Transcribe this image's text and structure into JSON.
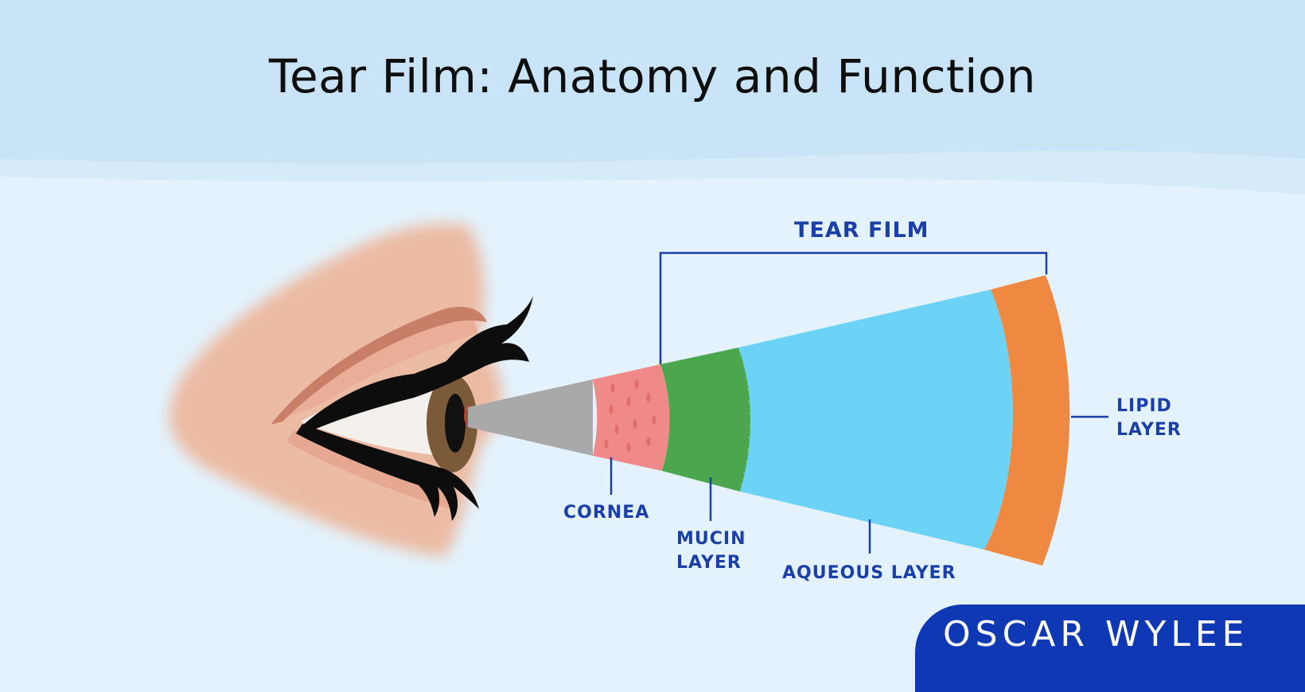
{
  "title": "Tear Film: Anatomy and Function",
  "labels": {
    "tear_film": "TEAR FILM",
    "cornea": "CORNEA",
    "mucin": [
      "MUCIN",
      "LAYER"
    ],
    "aqueous": "AQUEOUS LAYER",
    "lipid": [
      "LIPID",
      "LAYER"
    ]
  },
  "brand": {
    "logo_text": "OSCAR WYLEE"
  },
  "colors": {
    "header_bg": "#c8e4f6",
    "page_bg": "#e3f2fc",
    "label_blue": "#1a3fa8",
    "skin": "#ecbba3",
    "cornea_pink": "#f08a88",
    "mucin_green": "#4ca64e",
    "aqueous_blue": "#6dd3f6",
    "lipid_orange": "#ef8840",
    "cone_gray": "#a9a9a9",
    "brand_blue": "#0f38b4"
  }
}
